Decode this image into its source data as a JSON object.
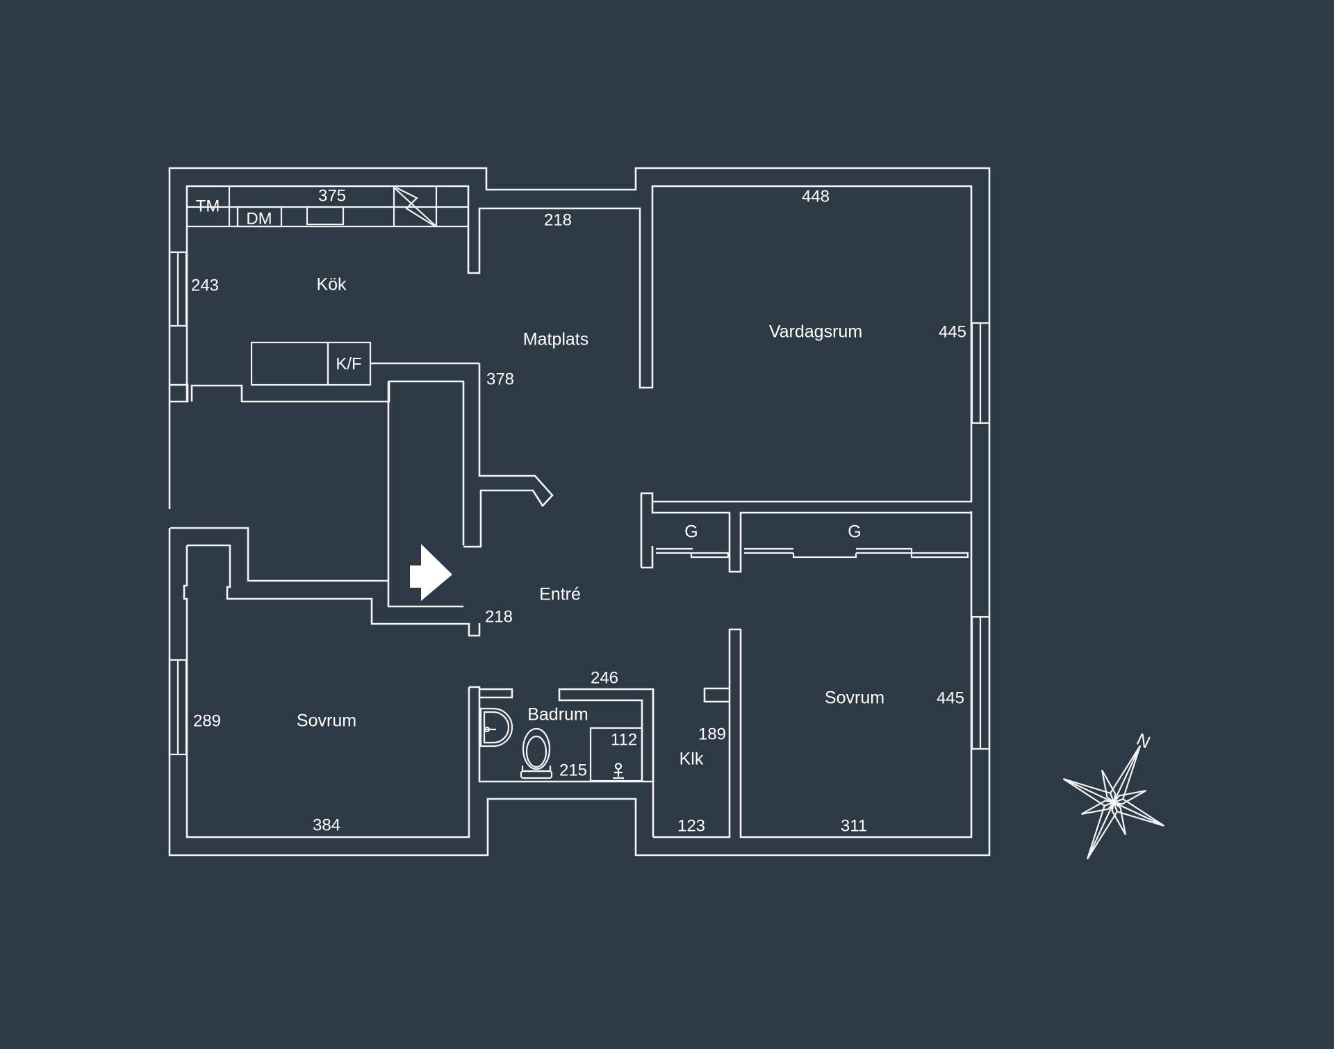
{
  "colors": {
    "background": "#2e3946",
    "line": "#f2f4f6"
  },
  "rooms": {
    "kitchen": "Kök",
    "dining": "Matplats",
    "living": "Vardagsrum",
    "entrance": "Entré",
    "bedroom_left": "Sovrum",
    "bedroom_right": "Sovrum",
    "bathroom": "Badrum",
    "walk_in_closet": "Klk",
    "closet_1": "G",
    "closet_2": "G"
  },
  "fixtures": {
    "dishwasher_tm": "TM",
    "dishwasher_dm": "DM",
    "fridge_freezer": "K/F"
  },
  "dimensions": {
    "kitchen_width": "375",
    "kitchen_depth": "243",
    "dining_width": "218",
    "dining_depth": "378",
    "living_width": "448",
    "living_depth": "445",
    "entrance_width": "218",
    "bath_width": "246",
    "bath_depth": "215",
    "shower": "112",
    "walkin_depth": "189",
    "walkin_width": "123",
    "bedroom_left_depth": "289",
    "bedroom_left_width": "384",
    "bedroom_right_depth": "445",
    "bedroom_right_width": "311"
  },
  "icons": {
    "entrance_arrow": "entrance-arrow-icon",
    "compass": "compass-rose-icon",
    "compass_north": "N"
  }
}
